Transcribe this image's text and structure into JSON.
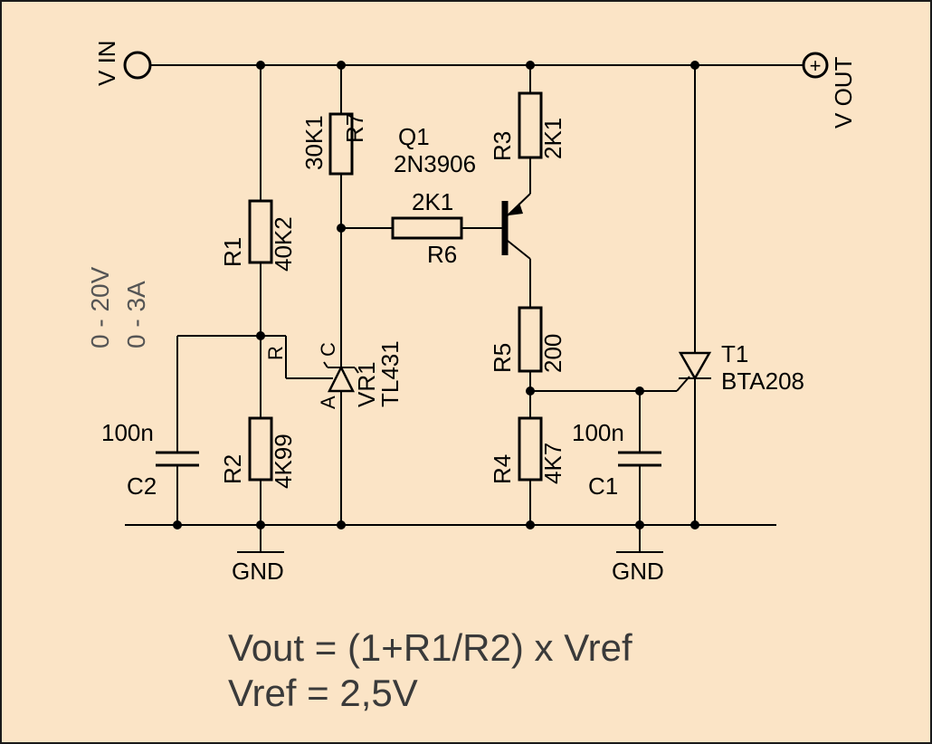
{
  "terminals": {
    "vin": "V IN",
    "vout": "V OUT",
    "vout_symbol": "+"
  },
  "ratings": {
    "voltage": "0 - 20V",
    "current": "0 - 3A"
  },
  "components": {
    "r1": {
      "ref": "R1",
      "value": "40K2"
    },
    "r2": {
      "ref": "R2",
      "value": "4K99"
    },
    "r3": {
      "ref": "R3",
      "value": "2K1"
    },
    "r4": {
      "ref": "R4",
      "value": "4K7"
    },
    "r5": {
      "ref": "R5",
      "value": "200"
    },
    "r6": {
      "ref": "R6",
      "value": "2K1"
    },
    "r7": {
      "ref": "R7",
      "value": "30K1"
    },
    "c1": {
      "ref": "C1",
      "value": "100n"
    },
    "c2": {
      "ref": "C2",
      "value": "100n"
    },
    "q1": {
      "ref": "Q1",
      "value": "2N3906"
    },
    "vr1": {
      "ref": "VR1",
      "value": "TL431",
      "pin_c": "C",
      "pin_a": "A",
      "pin_r": "R"
    },
    "t1": {
      "ref": "T1",
      "value": "BTA208"
    }
  },
  "ground": {
    "left": "GND",
    "right": "GND"
  },
  "formulas": {
    "line1": "Vout = (1+R1/R2) x Vref",
    "line2": "Vref = 2,5V"
  },
  "colors": {
    "background": "#fbe4c6",
    "border": "#1a1a1a",
    "wire": "#000000",
    "formula_text": "#3a3a3a",
    "rating_text": "#555555"
  }
}
